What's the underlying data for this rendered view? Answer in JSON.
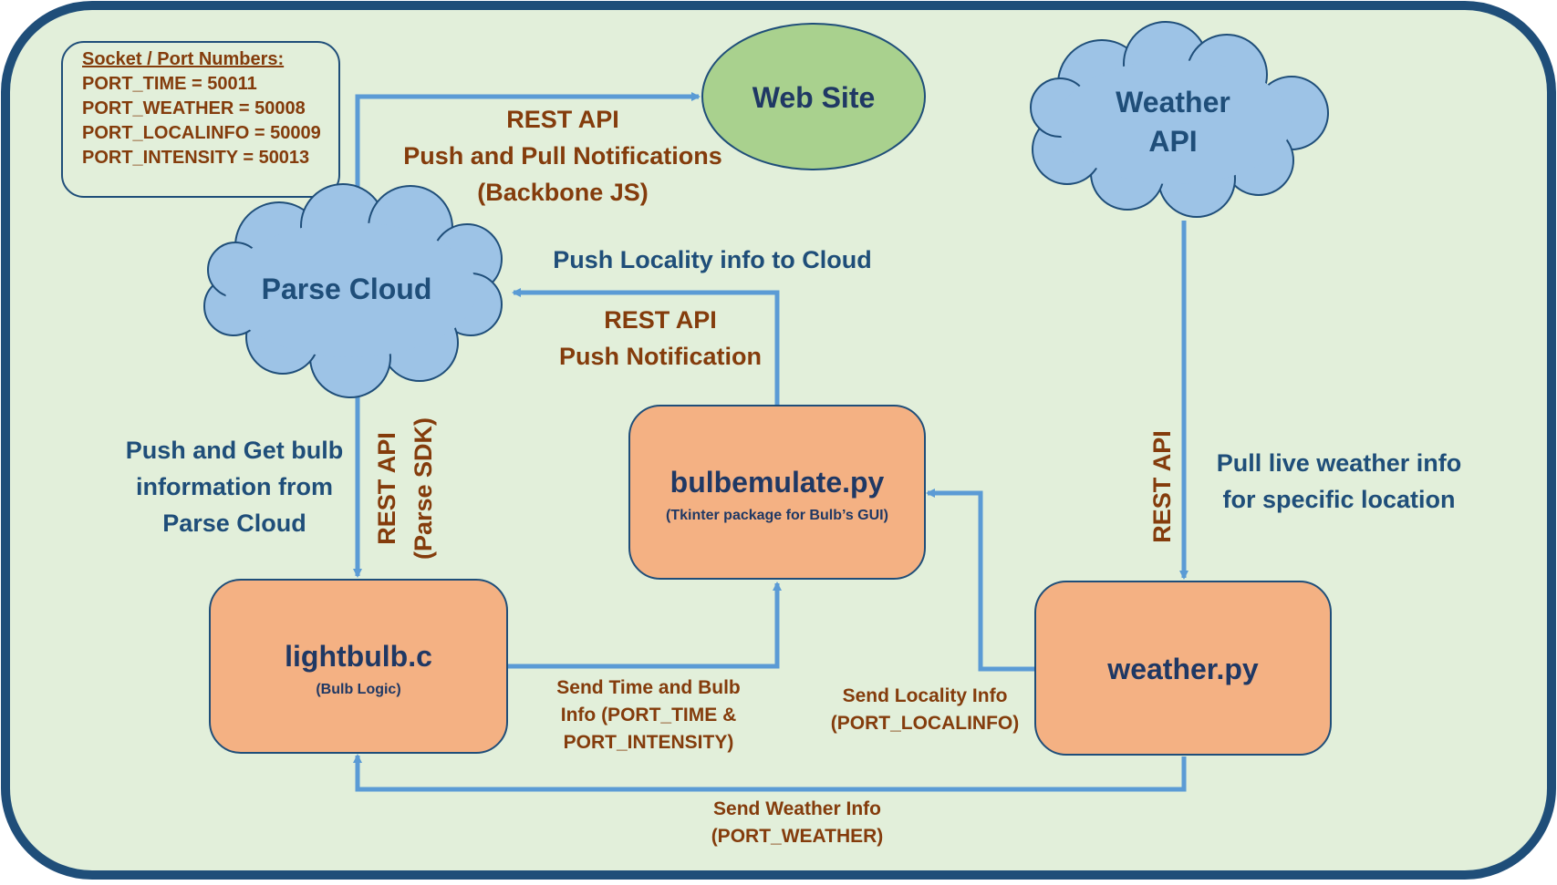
{
  "colors": {
    "background": "#e2efda",
    "border": "#1f4e79",
    "arrow": "#5b9bd5",
    "cloud_fill": "#9dc3e6",
    "box_fill": "#f4b183",
    "ellipse_fill": "#a9d18e",
    "brown_text": "#843c0c",
    "blue_text": "#1f4e79"
  },
  "ports": {
    "heading": "Socket / Port Numbers:",
    "lines": [
      "PORT_TIME = 50011",
      "PORT_WEATHER = 50008",
      "PORT_LOCALINFO = 50009",
      "PORT_INTENSITY = 50013"
    ]
  },
  "nodes": {
    "website": {
      "label": "Web Site",
      "shape": "ellipse"
    },
    "weather_api": {
      "line1": "Weather",
      "line2": "API",
      "shape": "cloud"
    },
    "parse_cloud": {
      "label": "Parse Cloud",
      "shape": "cloud"
    },
    "bulbemulate": {
      "title": "bulbemulate.py",
      "subtitle": "(Tkinter package for Bulb’s GUI)"
    },
    "lightbulb": {
      "title": "lightbulb.c",
      "subtitle": "(Bulb Logic)"
    },
    "weather_py": {
      "title": "weather.py"
    }
  },
  "labels": {
    "website_link": [
      "REST API",
      "Push and Pull Notifications",
      "(Backbone JS)"
    ],
    "locality_cloud": "Push Locality info to Cloud",
    "bulbemulate_link": [
      "REST API",
      "Push Notification"
    ],
    "parse_bulb_desc": [
      "Push and Get bulb",
      "information from",
      "Parse Cloud"
    ],
    "parse_bulb_vertical": [
      "REST API",
      "(Parse SDK)"
    ],
    "weather_api_vertical": "REST API",
    "weather_api_desc": [
      "Pull live weather info",
      "for specific location"
    ],
    "time_bulb": [
      "Send Time and Bulb",
      "Info (PORT_TIME &",
      "PORT_INTENSITY)"
    ],
    "locality_info": [
      "Send Locality Info",
      "(PORT_LOCALINFO)"
    ],
    "weather_info": [
      "Send Weather Info",
      "(PORT_WEATHER)"
    ]
  }
}
